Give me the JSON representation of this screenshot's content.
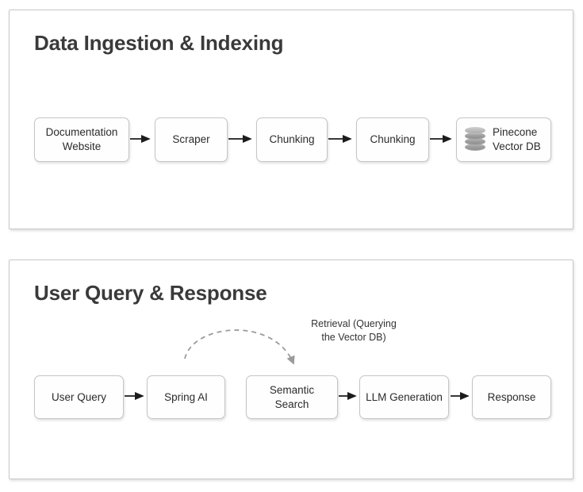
{
  "diagram": {
    "panels": [
      {
        "id": "data-ingestion",
        "title": "Data Ingestion & Indexing",
        "nodes": [
          {
            "id": "documentation-website",
            "label": "Documentation\nWebsite",
            "icon": null
          },
          {
            "id": "scraper",
            "label": "Scraper",
            "icon": null
          },
          {
            "id": "chunking-1",
            "label": "Chunking",
            "icon": null
          },
          {
            "id": "chunking-2",
            "label": "Chunking",
            "icon": null
          },
          {
            "id": "pinecone-vector-db",
            "label": "Pinecone\nVector DB",
            "icon": "database-icon"
          }
        ]
      },
      {
        "id": "user-query-response",
        "title": "User Query & Response",
        "nodes": [
          {
            "id": "user-query",
            "label": "User Query",
            "icon": null
          },
          {
            "id": "spring-ai",
            "label": "Spring AI",
            "icon": null
          },
          {
            "id": "semantic-search",
            "label": "Semantic Search",
            "icon": null
          },
          {
            "id": "llm-generation",
            "label": "LLM Generation",
            "icon": null
          },
          {
            "id": "response",
            "label": "Response",
            "icon": null
          }
        ],
        "annotation": {
          "id": "retrieval-annotation",
          "label": "Retrieval (Querying\nthe Vector DB)"
        }
      }
    ],
    "colors": {
      "panel_border": "#c8c8c8",
      "node_border": "#c5c5c5",
      "node_fill": "#fefefe",
      "title_text": "#3a3a3a",
      "node_text": "#2b2b2b",
      "arrow_solid": "#1c1c1c",
      "arrow_dashed": "#9b9b9b",
      "db_icon": "#9a9a9a",
      "background": "#ffffff"
    }
  }
}
